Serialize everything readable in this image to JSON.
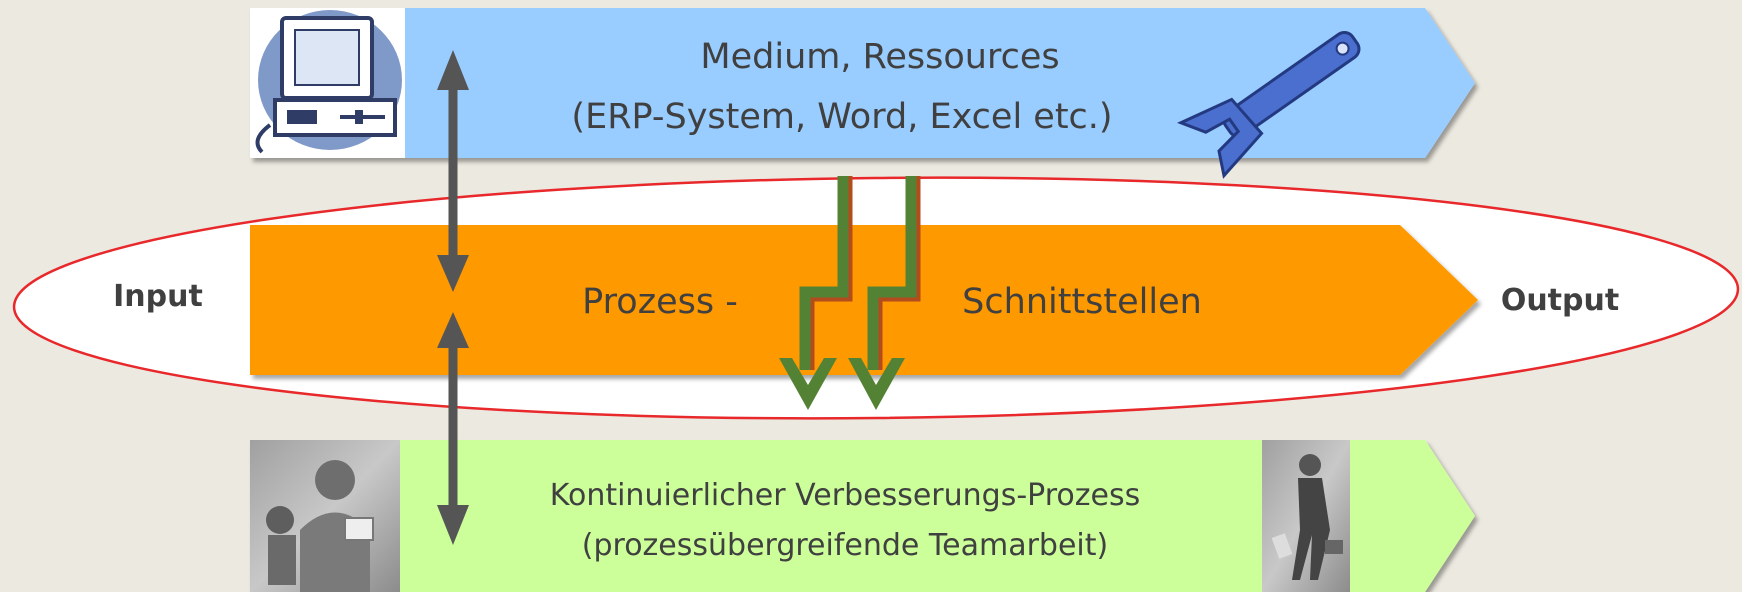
{
  "diagram": {
    "top_band": {
      "line1": "Medium, Ressources",
      "line2": "(ERP-System, Word, Excel etc.)",
      "icon_left": "computer-icon",
      "icon_right": "wrench-icon",
      "color": "#99CCFF"
    },
    "middle_band": {
      "label_left": "Prozess -",
      "label_right": "Schnittstellen",
      "color": "#FF9900"
    },
    "bottom_band": {
      "line1": "Kontinuierlicher Verbesserungs-Prozess",
      "line2": "(prozessübergreifende Teamarbeit)",
      "image_left": "team-photo",
      "image_right": "walking-person-photo",
      "color": "#CCFF99"
    },
    "input_label": "Input",
    "output_label": "Output",
    "ellipse_color": "#E8282B",
    "arrow_colors": {
      "double_arrows": "#555555",
      "interface_arrows": "#548235"
    }
  }
}
